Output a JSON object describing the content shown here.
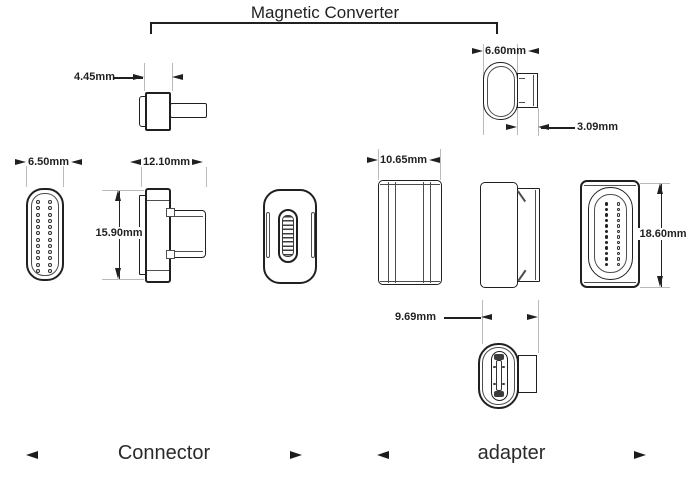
{
  "title": "Magnetic Converter",
  "section_labels": {
    "left": "Connector",
    "right": "adapter"
  },
  "dimensions": {
    "connector_front_width": "6.50mm",
    "connector_top_body_width": "4.45mm",
    "connector_side_length": "12.10mm",
    "connector_height": "15.90mm",
    "adapter_plug_width": "6.60mm",
    "adapter_plug_depth": "3.09mm",
    "adapter_body_width": "10.65mm",
    "adapter_height": "18.60mm",
    "adapter_bottom_depth": "9.69mm"
  },
  "figure": {
    "views": [
      "connector-front",
      "connector-top",
      "connector-side",
      "connector-mating-face",
      "adapter-plug-top",
      "adapter-front",
      "adapter-side",
      "adapter-back",
      "adapter-bottom"
    ],
    "pin_columns": 2,
    "pins_per_column": 12
  },
  "colors": {
    "line": "#231f20",
    "extension_line": "#b9babc",
    "background": "#ffffff"
  }
}
